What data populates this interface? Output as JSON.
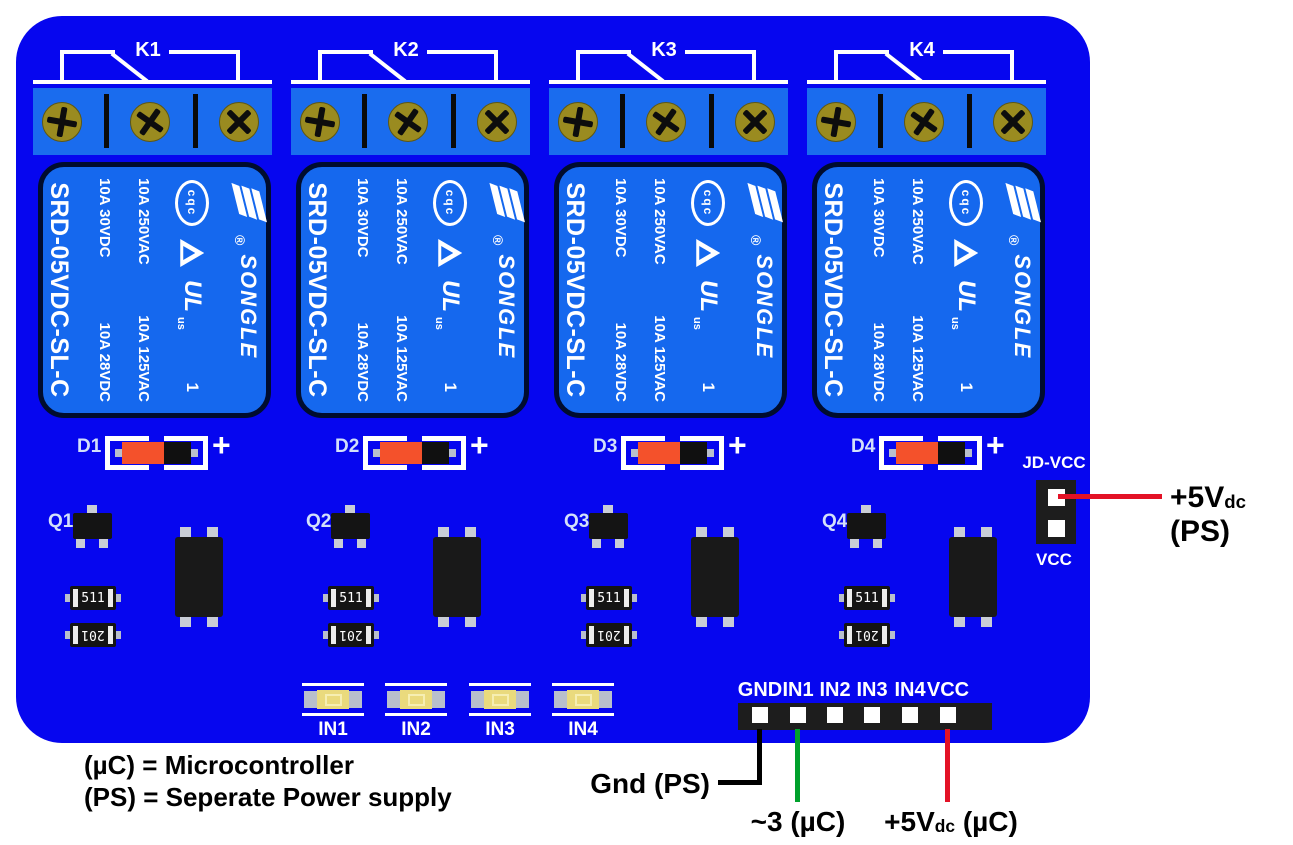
{
  "channels": [
    {
      "k": "K1",
      "d": "D1",
      "q": "Q1"
    },
    {
      "k": "K2",
      "d": "D2",
      "q": "Q2"
    },
    {
      "k": "K3",
      "d": "D3",
      "q": "Q3"
    },
    {
      "k": "K4",
      "d": "D4",
      "q": "Q4"
    }
  ],
  "relay": {
    "model": "SRD-05VDC-SL-C",
    "rating_ac_1": "10A 250VAC",
    "rating_ac_2": "10A 125VAC",
    "rating_dc_1": "10A 30VDC",
    "rating_dc_2": "10A 28VDC",
    "brand": "SONGLE",
    "registered": "®",
    "cqc": "cqc",
    "ul": "UL",
    "ul_us": "us",
    "ul_one": "1"
  },
  "smd": {
    "r1": "511",
    "r2": "201"
  },
  "diode_plus": "+",
  "leds": [
    "IN1",
    "IN2",
    "IN3",
    "IN4"
  ],
  "header": {
    "pins": [
      "GND",
      "IN1",
      "IN2",
      "IN3",
      "IN4",
      "VCC"
    ]
  },
  "jumper": {
    "top": "JD-VCC",
    "bottom": "VCC"
  },
  "annotations": {
    "ps_5v": {
      "pre": "+5V",
      "sub": "dc",
      "post": " (PS)"
    },
    "gnd": "Gnd (PS)",
    "in1": "~3 (µC)",
    "vcc_5v": {
      "pre": "+5V",
      "sub": "dc",
      "post": " (µC)"
    },
    "legend_line1": "(µC) = Microcontroller",
    "legend_line2": "(PS) = Seperate Power supply"
  },
  "colors": {
    "board_blue": "#0606ef",
    "module_blue": "#1568ee",
    "terminal_blue": "#1a6cee",
    "screw_olive": "#9a8b20",
    "diode_red": "#f4512b",
    "led_yellow": "#eada7d",
    "wire_red": "#e31226",
    "wire_green": "#00a12c",
    "wire_black": "#000000"
  }
}
